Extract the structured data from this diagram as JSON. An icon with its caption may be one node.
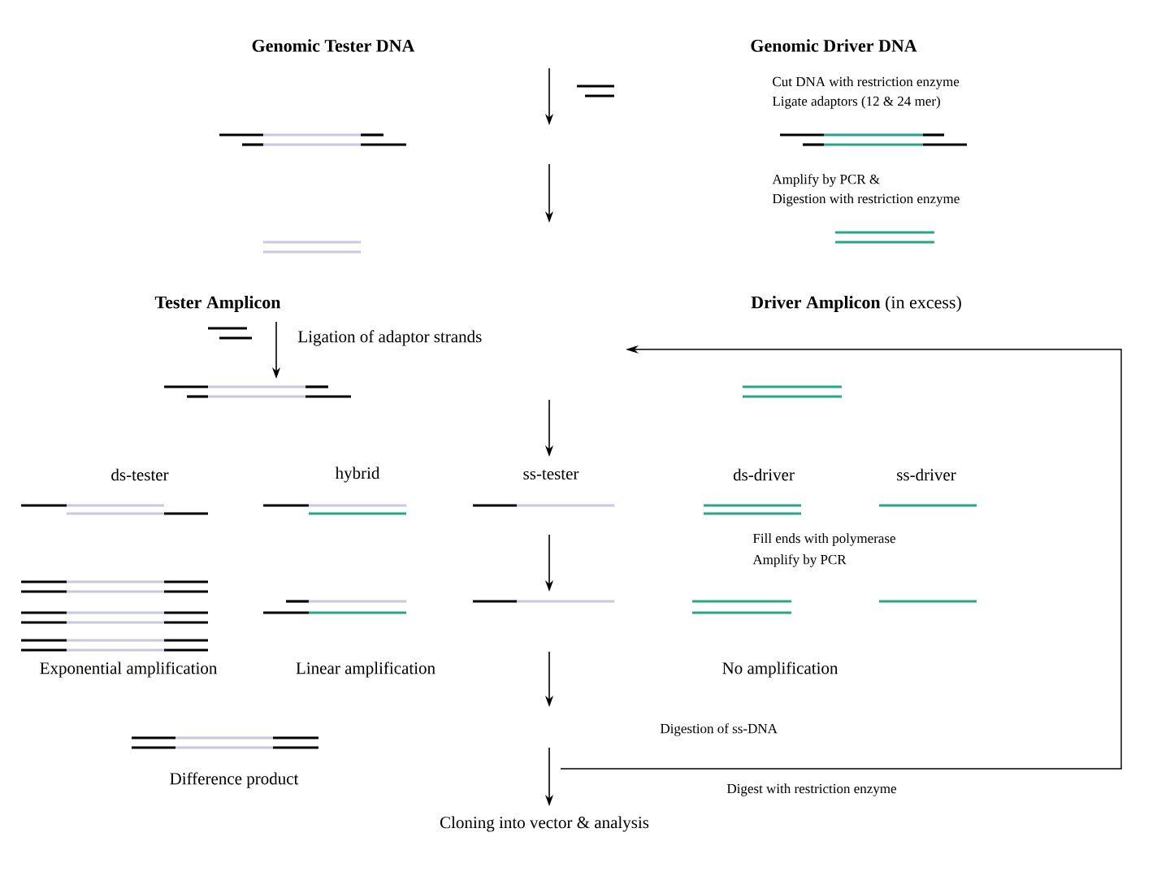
{
  "diagram": {
    "labels": [
      "Genomic Tester DNA",
      "Genomic Driver DNA",
      "Cut DNA with restriction enzyme",
      "Ligate adaptors (12 & 24 mer)",
      "Amplify by PCR &",
      "Digestion with restriction enzyme",
      "Tester Amplicon",
      "**Driver Amplicon** (in excess)",
      "Ligation of adaptor strands",
      "ds-tester",
      "hybrid",
      "ss-tester",
      "ds-driver",
      "ss-driver",
      "Fill ends with polymerase",
      "Amplify by PCR",
      "Exponential amplification",
      "Linear amplification",
      "No amplification",
      "Digestion of ss-DNA",
      "Difference product",
      "Digest with restriction enzyme",
      "Cloning into vector & analysis"
    ]
  }
}
